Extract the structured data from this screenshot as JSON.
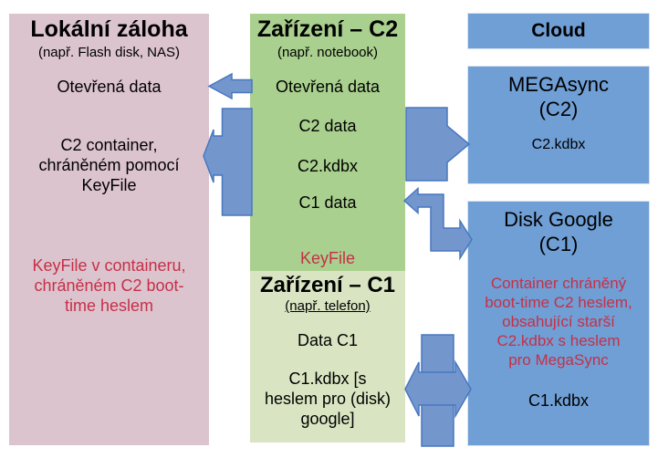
{
  "colors": {
    "local_backup_bg": "#dcc4ce",
    "device_c2_bg": "#a9d08e",
    "device_c1_bg": "#d9e5c2",
    "cloud_bg": "#6f9fd5",
    "arrow_fill": "#7397cd",
    "arrow_stroke": "#4877c0",
    "warning_text": "#c53048"
  },
  "local_backup": {
    "title": "Lokální záloha",
    "subtitle": "(např. Flash disk, NAS)",
    "open_data": "Otevřená data",
    "container_note": "C2 container,\nchráněném pomocí\nKeyFile",
    "red_note": "KeyFile v containeru,\nchráněném C2 boot-\ntime heslem"
  },
  "device_c2": {
    "title": "Zařízení – C2",
    "subtitle": "(např. notebook)",
    "items": [
      "Otevřená data",
      "C2 data",
      "C2.kdbx",
      "C1 data"
    ],
    "keyfile_label": "KeyFile"
  },
  "device_c1": {
    "title": "Zařízení – C1",
    "subtitle": "(např. telefon)",
    "items": [
      "Data C1",
      "C1.kdbx [s\nheslem pro (disk)\ngoogle]"
    ]
  },
  "cloud": {
    "header": "Cloud",
    "megasync": {
      "title": "MEGAsync\n(C2)",
      "file": "C2.kdbx"
    },
    "disk_google": {
      "title": "Disk Google\n(C1)",
      "red_note": "Container chráněný\nboot-time C2 heslem,\nobsahující starší\nC2.kdbx s heslem\npro MegaSync",
      "file": "C1.kdbx"
    }
  },
  "arrows": [
    {
      "name": "c2-to-local-open-data-arrow",
      "direction": "left",
      "between": "device_c2 → local_backup"
    },
    {
      "name": "c2-to-local-container-arrow",
      "direction": "left",
      "between": "device_c2 → local_backup"
    },
    {
      "name": "c2-to-megasync-arrow",
      "direction": "right",
      "between": "device_c2 → megasync"
    },
    {
      "name": "diskgoogle-c2-bent-arrow",
      "direction": "left-and-right",
      "between": "device_c2 ↔ disk_google"
    },
    {
      "name": "c1-diskgoogle-double-arrow",
      "direction": "both",
      "between": "device_c1 ↔ disk_google"
    }
  ]
}
